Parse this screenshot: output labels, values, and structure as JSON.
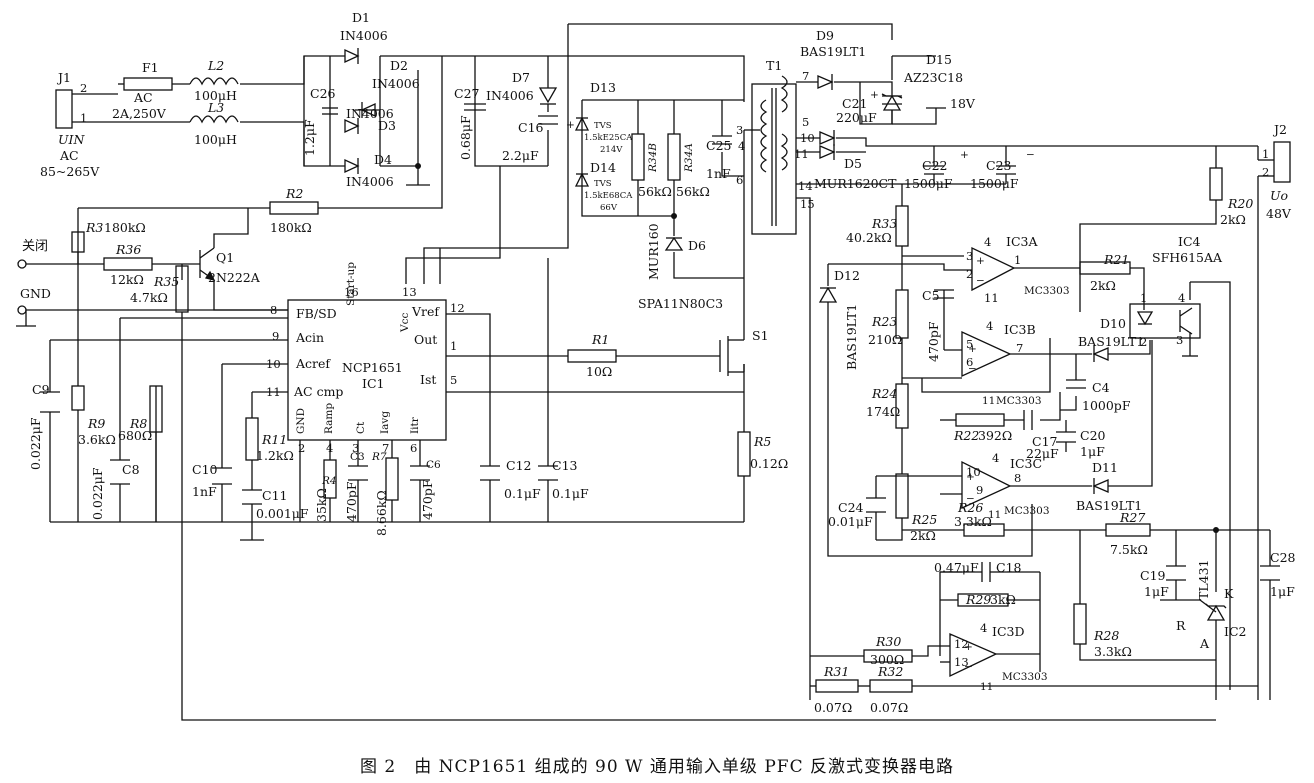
{
  "caption": "图 2　由 NCP1651 组成的 90 W 通用输入单级 PFC 反激式变换器电路",
  "labels": {
    "J1": "J1",
    "J1_p2": "2",
    "J1_p1": "1",
    "UIN": "UIN",
    "UIN_AC": "AC",
    "UIN_range": "85~265V",
    "F1": "F1",
    "F1_AC": "AC",
    "F1_rating": "2A,250V",
    "L2": "L2",
    "L2_val": "100μH",
    "L3": "L3",
    "L3_val": "100μH",
    "C26": "C26",
    "C26_val": "1.2μF",
    "D1": "D1",
    "D1_part": "IN4006",
    "D2": "D2",
    "D2_part": "IN4006",
    "D3": "D3",
    "D3_part": "IN4006",
    "D4": "D4",
    "D4_part": "IN4006",
    "C27": "C27",
    "C27_val": "0.68μF",
    "D7": "D7",
    "D7_part": "IN4006",
    "C16": "C16",
    "C16_val": "2.2μF",
    "D13": "D13",
    "D13_tvs": "TVS",
    "D13_part": "1.5kE25CA",
    "D13_v": "214V",
    "D14": "D14",
    "D14_tvs": "TVS",
    "D14_part": "1.5kE68CA",
    "D14_v": "66V",
    "R34B": "R34B",
    "R34B_val": "56kΩ",
    "R34A": "R34A",
    "R34A_val": "56kΩ",
    "C25": "C25",
    "C25_val": "1nF",
    "T1": "T1",
    "T1_p7": "7",
    "T1_p3": "3",
    "T1_p4": "4",
    "T1_p6": "6",
    "T1_p5": "5",
    "T1_p10": "10",
    "T1_p11": "11",
    "T1_p14": "14",
    "T1_p15": "15",
    "D9": "D9",
    "D9_part": "BAS19LT1",
    "D15": "D15",
    "D15_part": "AZ23C18",
    "C21": "C21",
    "C21_val": "220μF",
    "V18": "18V",
    "D5": "D5",
    "D5_part": "MUR1620CT",
    "C22": "C22",
    "C22_val": "1500μF",
    "C23": "C23",
    "C23_val": "1500μF",
    "J2": "J2",
    "J2_p1": "1",
    "J2_p2": "2",
    "Uo": "Uo",
    "Uo_v": "48V",
    "R20": "R20",
    "R20_val": "2kΩ",
    "R3": "R3",
    "R3_val": "180kΩ",
    "R2": "R2",
    "R2_val": "180kΩ",
    "guanbi": "关闭",
    "GND": "GND",
    "R36": "R36",
    "R36_val": "12kΩ",
    "Q1": "Q1",
    "Q1_part": "2N222A",
    "R35": "R35",
    "R35_val": "4.7kΩ",
    "IC1_name": "NCP1651",
    "IC1": "IC1",
    "p8": "8",
    "p9": "9",
    "p10": "10",
    "p11": "11",
    "p16": "16",
    "p13": "13",
    "p12": "12",
    "p1": "1",
    "p5": "5",
    "p2": "2",
    "p4": "4",
    "p3": "3",
    "p7": "7",
    "p6": "6",
    "FBSD": "FB/SD",
    "Acin": "Acin",
    "Acref": "Acref",
    "ACcmp": "AC cmp",
    "Startup": "Start-up",
    "Vcc": "Vcc",
    "Vref": "Vref",
    "Out": "Out",
    "Ist": "Ist",
    "GNDpin": "GND",
    "Ramp": "Ramp",
    "Ct": "Ct",
    "Iavg": "Iavg",
    "Iitr": "Iitr",
    "R1": "R1",
    "R1_val": "10Ω",
    "MUR160": "MUR160",
    "D6": "D6",
    "S1": "S1",
    "S1_part": "SPA11N80C3",
    "R5": "R5",
    "R5_val": "0.12Ω",
    "C9": "C9",
    "C9_val": "0.022μF",
    "R9": "R9",
    "R9_val": "3.6kΩ",
    "R8": "R8",
    "R8_val": "680Ω",
    "C8": "C8",
    "C8_val": "0.022μF",
    "C10": "C10",
    "C10_val": "1nF",
    "R11": "R11",
    "R11_val": "1.2kΩ",
    "C11": "C11",
    "C11_val": "0.001μF",
    "R4": "R4",
    "R4_val": "35kΩ",
    "C3": "C3",
    "C3_val": "470pF",
    "R7": "R7",
    "R7_val": "8.66kΩ",
    "C6": "C6",
    "C6_val": "470pF",
    "C12": "C12",
    "C12_val": "0.1μF",
    "C13": "C13",
    "C13_val": "0.1μF",
    "R33": "R33",
    "R33_val": "40.2kΩ",
    "D12": "D12",
    "D12_part": "BAS19LT1",
    "R23": "R23",
    "R23_val": "210Ω",
    "C5": "C5",
    "C5_val": "470pF",
    "R24": "R24",
    "R24_val": "174Ω",
    "IC3A": "IC3A",
    "IC3B": "IC3B",
    "IC3C": "IC3C",
    "IC3D": "IC3D",
    "MC3303": "MC3303",
    "R21": "R21",
    "R21_val": "2kΩ",
    "IC4": "IC4",
    "IC4_part": "SFH615AA",
    "D10": "D10",
    "D10_part": "BAS19LT1",
    "C4": "C4",
    "C4_val": "1000pF",
    "R22": "R22",
    "R22_val": "392Ω",
    "C17": "C17",
    "C17_val": "22μF",
    "C20": "C20",
    "C20_val": "1μF",
    "D11": "D11",
    "D11_part": "BAS19LT1",
    "C24": "C24",
    "C24_val": "0.01μF",
    "R25": "R25",
    "R25_val": "2kΩ",
    "R26": "R26",
    "R26_val": "3.3kΩ",
    "R27": "R27",
    "R27_val": "7.5kΩ",
    "C28": "C28",
    "C28_val": "1μF",
    "C19": "C19",
    "C19_val": "1μF",
    "TL431": "TL431",
    "K": "K",
    "R": "R",
    "A": "A",
    "IC2": "IC2",
    "R28": "R28",
    "R28_val": "3.3kΩ",
    "C18": "C18",
    "C18_val": "0.47μF",
    "R29": "R29",
    "R29_val": "3kΩ",
    "R30": "R30",
    "R30_val": "300Ω",
    "R31": "R31",
    "R31_val": "0.07Ω",
    "R32": "R32",
    "R32_val": "0.07Ω",
    "op_plus": "+",
    "op_minus": "−"
  }
}
